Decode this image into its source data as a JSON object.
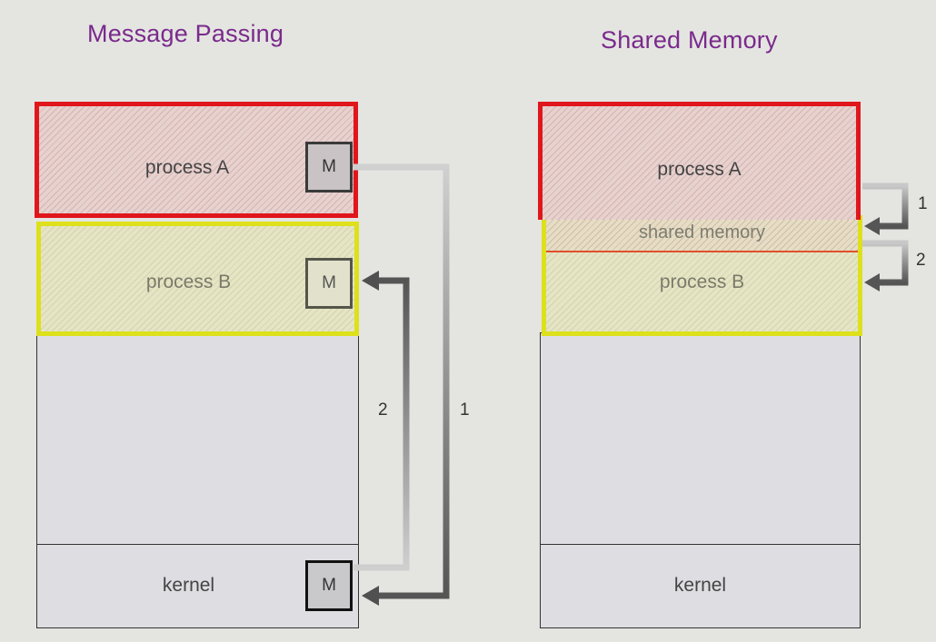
{
  "left": {
    "title": "Message Passing",
    "process_a": "process A",
    "process_b": "process B",
    "kernel": "kernel",
    "m_label": "M",
    "arrow_1": "1",
    "arrow_2": "2"
  },
  "right": {
    "title": "Shared Memory",
    "process_a": "process A",
    "shared_memory": "shared memory",
    "process_b": "process B",
    "kernel": "kernel",
    "arrow_1": "1",
    "arrow_2": "2"
  }
}
